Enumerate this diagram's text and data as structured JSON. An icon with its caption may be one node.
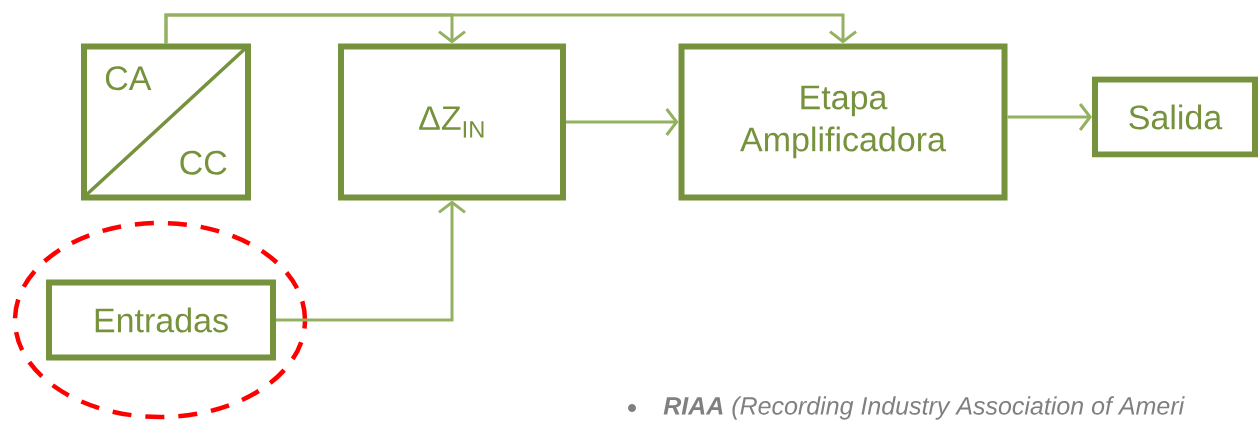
{
  "diagram": {
    "nodes": [
      {
        "text": [
          "CA",
          "CC"
        ]
      },
      {
        "text": [
          "ΔZ$_{IN}$"
        ]
      },
      {
        "text": [
          "Etapa Amplificadora"
        ]
      },
      {
        "text": [
          "Salida"
        ]
      },
      {
        "text": [],
        "shape": "ellipse"
      },
      {
        "text": [
          "Entradas"
        ],
        "in": 4
      }
    ],
    "edges": [
      {
        "from": 0,
        "to": 1,
        "arrow": "to"
      },
      {
        "from": 0,
        "to": 2,
        "arrow": "to"
      },
      {
        "from": 1,
        "to": 2,
        "arrow": "to"
      },
      {
        "from": 2,
        "to": 3,
        "arrow": "to"
      },
      {
        "from": 5,
        "to": 1,
        "arrow": "to"
      }
    ],
    "labels": [
      "**RIAA** (Recording Industry Association of Ameri"
    ]
  }
}
